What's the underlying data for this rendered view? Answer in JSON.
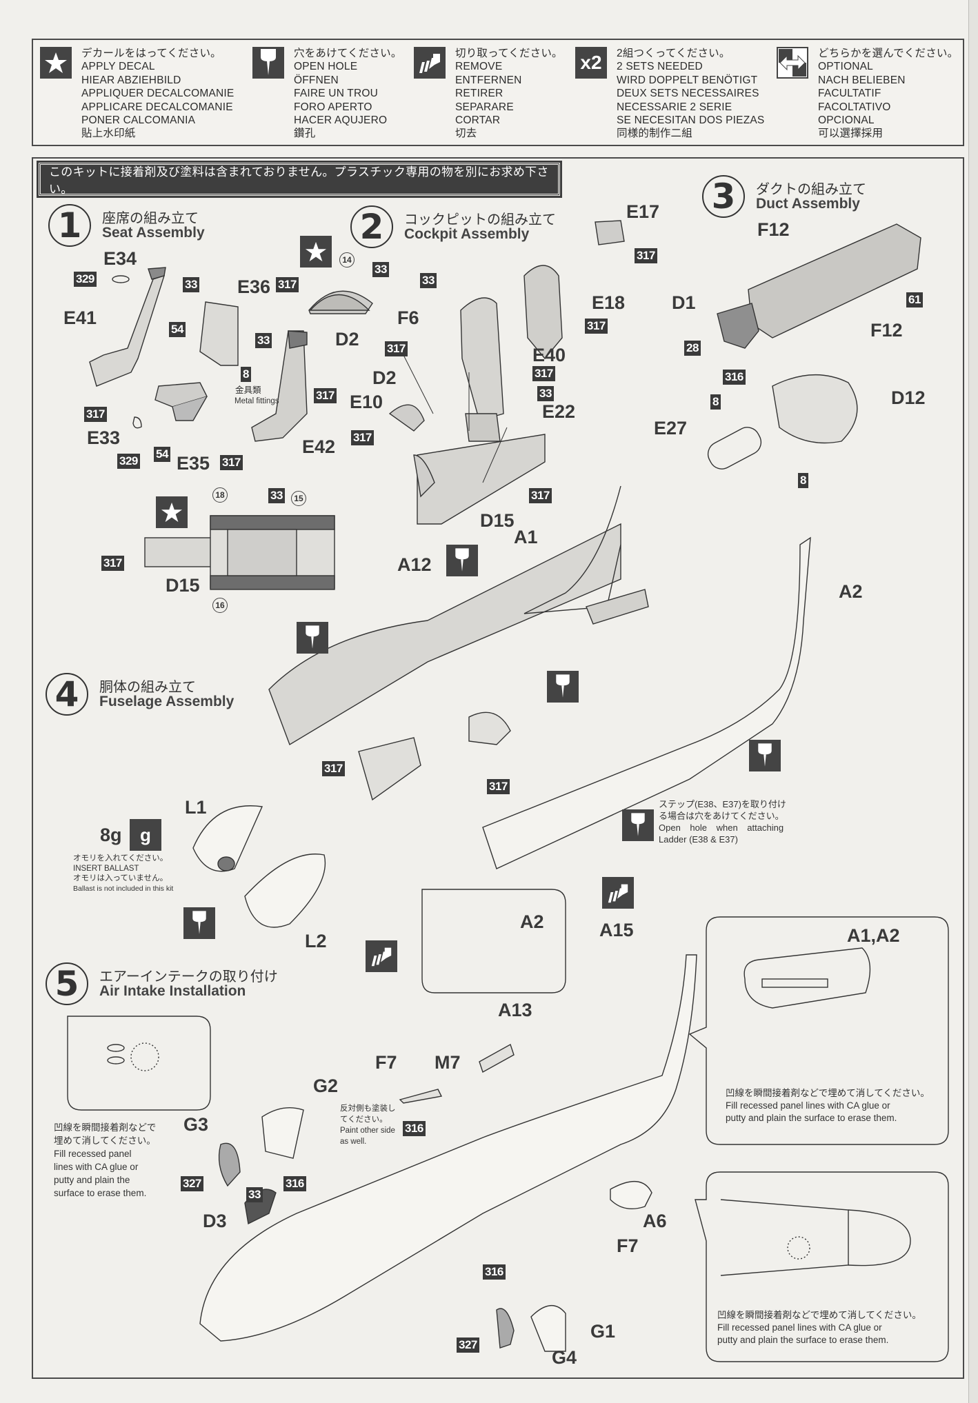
{
  "legend": [
    {
      "icon": "star-decal-icon",
      "lines": [
        "デカールをはってください。",
        "APPLY DECAL",
        "HIEAR ABZIEHBILD",
        "APPLIQUER DECALCOMANIE",
        "APPLICARE DECALCOMANIE",
        "PONER CALCOMANIA",
        "貼上水印紙"
      ]
    },
    {
      "icon": "drill-hole-icon",
      "lines": [
        "穴をあけてください。",
        "OPEN HOLE",
        "ÖFFNEN",
        "FAIRE UN TROU",
        "FORO APERTO",
        "HACER AQUJERO",
        "鑽孔"
      ]
    },
    {
      "icon": "cut-remove-icon",
      "lines": [
        "切り取ってください。",
        "REMOVE",
        "ENTFERNEN",
        "RETIRER",
        "SEPARARE",
        "CORTAR",
        "切去"
      ]
    },
    {
      "icon": "x2-sets-icon",
      "icon_text": "x2",
      "lines": [
        "2組つくってください。",
        "2 SETS NEEDED",
        "WIRD DOPPELT BENÖTIGT",
        "DEUX SETS NECESSAIRES",
        "NECESSARIE 2 SERIE",
        "SE NECESITAN DOS PIEZAS",
        "同様的制作二組"
      ]
    },
    {
      "icon": "optional-arrows-icon",
      "lines": [
        "どちらかを選んでください。",
        "OPTIONAL",
        "NACH BELIEBEN",
        "FACULTATIF",
        "FACOLTATIVO",
        "OPCIONAL",
        "可以選擇採用"
      ]
    }
  ],
  "notice": "このキットに接着剤及び塗料は含まれておりません。プラスチック専用の物を別にお求め下さい。",
  "steps": [
    {
      "number": "1",
      "title_jp": "座席の組み立て",
      "title_en": "Seat Assembly"
    },
    {
      "number": "2",
      "title_jp": "コックピットの組み立て",
      "title_en": "Cockpit Assembly"
    },
    {
      "number": "3",
      "title_jp": "ダクトの組み立て",
      "title_en": "Duct Assembly"
    },
    {
      "number": "4",
      "title_jp": "胴体の組み立て",
      "title_en": "Fuselage Assembly"
    },
    {
      "number": "5",
      "title_jp": "エアーインテークの取り付け",
      "title_en": "Air Intake Installation"
    }
  ],
  "step1": {
    "parts": {
      "e34": "E34",
      "e41": "E41",
      "e36": "E36",
      "e33": "E33",
      "e35": "E35",
      "e42": "E42"
    },
    "paints": {
      "p329a": "329",
      "p33a": "33",
      "p54a": "54",
      "p317a": "317",
      "p8": "8",
      "p33b": "33",
      "p317b": "317",
      "p329b": "329",
      "p54b": "54",
      "p317c": "317"
    },
    "metal_fittings_jp": "金具類",
    "metal_fittings_en": "Metal fittings"
  },
  "step2": {
    "parts": {
      "d2a": "D2",
      "f6": "F6",
      "d2b": "D2",
      "e10": "E10",
      "e17": "E17",
      "e18": "E18",
      "e40": "E40",
      "e22": "E22",
      "d15": "D15"
    },
    "paints": {
      "p317a": "317",
      "p33a": "33",
      "p33b": "33",
      "p317b": "317",
      "p317c": "317",
      "p317d": "317",
      "p317e": "317",
      "p33c": "33",
      "p317f": "317",
      "p317g": "317"
    },
    "decal_numbers": {
      "d14": "14"
    }
  },
  "step2b": {
    "part_d15": "D15",
    "paints": {
      "p317": "317",
      "p33": "33"
    },
    "decal_numbers": {
      "d18": "18",
      "d15": "15",
      "d16": "16"
    }
  },
  "step3": {
    "parts": {
      "f12a": "F12",
      "d1": "D1",
      "f12b": "F12",
      "d12": "D12",
      "e27": "E27"
    },
    "paints": {
      "p61": "61",
      "p28": "28",
      "p316": "316",
      "p8a": "8",
      "p8b": "8"
    }
  },
  "step4": {
    "parts": {
      "a1": "A1",
      "a2": "A2",
      "a12": "A12",
      "l1": "L1",
      "l2": "L2",
      "a2_detail": "A2",
      "a15": "A15"
    },
    "paints": {
      "p317a": "317",
      "p317b": "317",
      "p317c": "317"
    },
    "ballast": {
      "weight": "8g",
      "icon_text": "g",
      "lines": [
        "オモリを入れてください。",
        "INSERT  BALLAST",
        "オモリは入っていません。",
        "Ballast is not included in this kit"
      ]
    },
    "ladder_note": [
      "ステップ(E38、E37)を取り付け",
      "る場合は穴をあけてください。",
      "Open hole when attaching",
      "Ladder (E38 & E37)"
    ],
    "detail_a1a2": {
      "label": "A1,A2",
      "note": [
        "凹線を瞬間接着剤などで埋めて消してください。",
        "Fill recessed panel lines with CA glue or",
        "putty and plain the surface to erase them."
      ]
    }
  },
  "step5": {
    "parts": {
      "g2": "G2",
      "g3": "G3",
      "d3": "D3",
      "f7a": "F7",
      "m7": "M7",
      "a13": "A13",
      "a6": "A6",
      "f7b": "F7",
      "g1": "G1",
      "g4": "G4"
    },
    "paints": {
      "p327a": "327",
      "p316a": "316",
      "p33": "33",
      "p316b": "316",
      "p316c": "316",
      "p327b": "327"
    },
    "intake_note": [
      "凹線を瞬間接着剤などで",
      "埋めて消してください。",
      "Fill  recessed  panel",
      "lines  with  CA  glue  or",
      "putty  and  plain  the",
      "surface to erase them."
    ],
    "paint_note": [
      "反対側も塗装し",
      "てください。",
      "Paint other side",
      "as well."
    ],
    "detail_nose_note": [
      "凹線を瞬間接着剤などで埋めて消してください。",
      "Fill recessed panel lines with CA glue or",
      "putty and plain the surface to erase them."
    ]
  }
}
